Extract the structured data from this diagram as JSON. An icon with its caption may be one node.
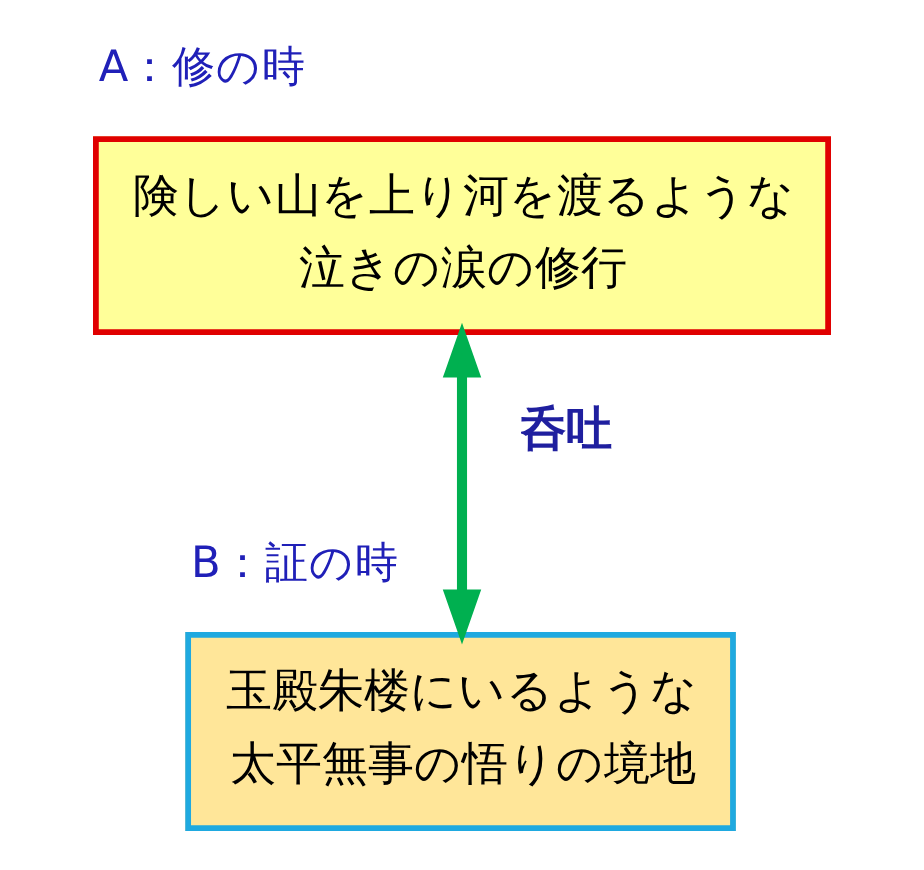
{
  "diagram": {
    "nodes": [
      {
        "text": [
          "A：修の時",
          "険しい山を上り河を渡るような泣きの涙の修行"
        ]
      },
      {
        "text": [
          "B：証の時",
          "玉殿朱楼にいるような太平無事の悟りの境地"
        ]
      }
    ],
    "edges": [
      {
        "from": 0,
        "to": 1,
        "arrow": "both",
        "label": "呑吐",
        "color": "#00b050"
      }
    ]
  }
}
